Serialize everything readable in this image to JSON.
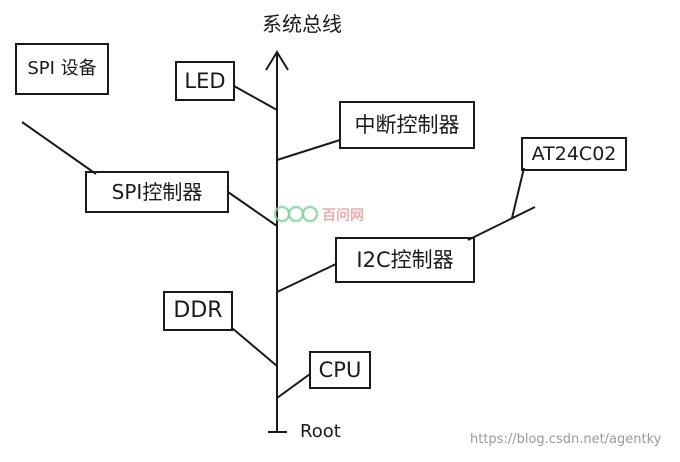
{
  "diagram": {
    "title": "系统总线",
    "root_label": "Root",
    "nodes": {
      "spi_device": "SPI 设备",
      "led": "LED",
      "interrupt_controller": "中断控制器",
      "spi_controller": "SPI控制器",
      "at24c02": "AT24C02",
      "i2c_controller": "I2C控制器",
      "ddr": "DDR",
      "cpu": "CPU"
    }
  },
  "watermark": {
    "logo_text": "百问网",
    "url": "https://blog.csdn.net/agentky"
  },
  "colors": {
    "ink": "#1a1a1a",
    "watermark_green": "#7fd3a0",
    "watermark_red": "#e8a0a0",
    "url_gray": "#9a9a9a"
  }
}
